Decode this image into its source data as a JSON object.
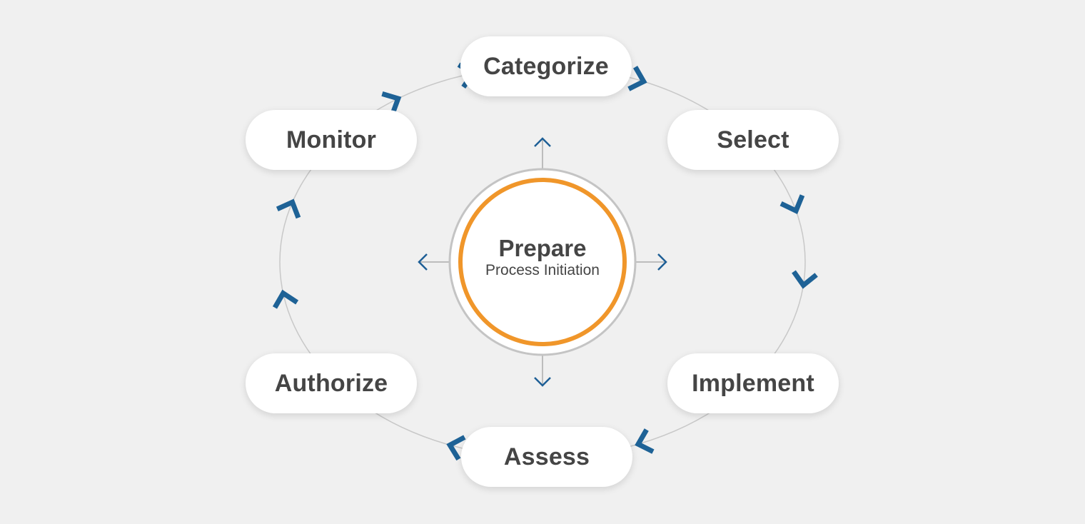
{
  "center": {
    "title": "Prepare",
    "subtitle": "Process Initiation"
  },
  "steps": [
    {
      "label": "Categorize"
    },
    {
      "label": "Select"
    },
    {
      "label": "Implement"
    },
    {
      "label": "Assess"
    },
    {
      "label": "Authorize"
    },
    {
      "label": "Monitor"
    }
  ],
  "colors": {
    "background": "#f0f0f0",
    "step_text": "#454545",
    "cycle_arrow": "#1e6296",
    "center_ring": "#f0962a",
    "connector_line": "#c8c8c8"
  },
  "icons": {
    "cycle_arrow": "chevron-arrow-icon",
    "outward_arrow": "chevron-icon"
  }
}
